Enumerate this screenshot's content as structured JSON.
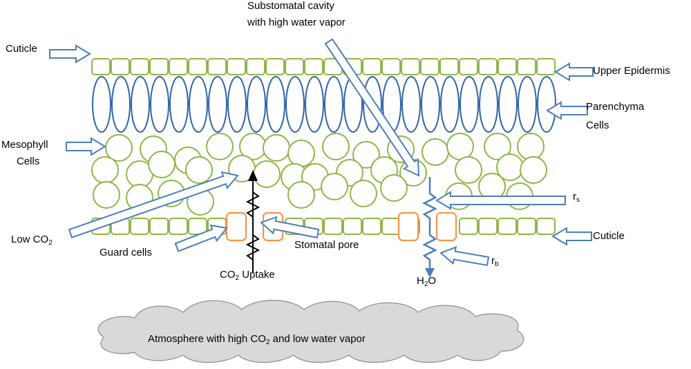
{
  "labels": {
    "cuticle_top": "Cuticle",
    "substomatal_line1": "Substomatal cavity",
    "substomatal_line2": "with high water vapor",
    "upper_epidermis": "Upper Epidermis",
    "parenchyma_line1": "Parenchyma",
    "parenchyma_line2": "Cells",
    "mesophyll_line1": "Mesophyll",
    "mesophyll_line2": "Cells",
    "low_co2_prefix": "Low CO",
    "low_co2_sub": "2",
    "guard_cells": "Guard cells",
    "stomatal_pore": "Stomatal pore",
    "co2_uptake_prefix": "CO",
    "co2_uptake_sub": "2",
    "co2_uptake_suffix": " Uptake",
    "h2o_prefix": "H",
    "h2o_sub": "2",
    "h2o_suffix": "O",
    "rs_main": "r",
    "rs_sub": "s",
    "rb_main": "r",
    "rb_sub": "b",
    "cuticle_bottom": "Cuticle",
    "atmosphere_prefix": "Atmosphere with high CO",
    "atmosphere_sub": "2",
    "atmosphere_suffix": " and low water vapor"
  },
  "colors": {
    "cell_green": "#8DB645",
    "arrow_blue": "#4A7EBB",
    "parenchyma_blue": "#2F64A8",
    "guard_orange": "#F79646",
    "cloud_fill": "#D9D9D9",
    "cloud_stroke": "#8C8C8C"
  }
}
